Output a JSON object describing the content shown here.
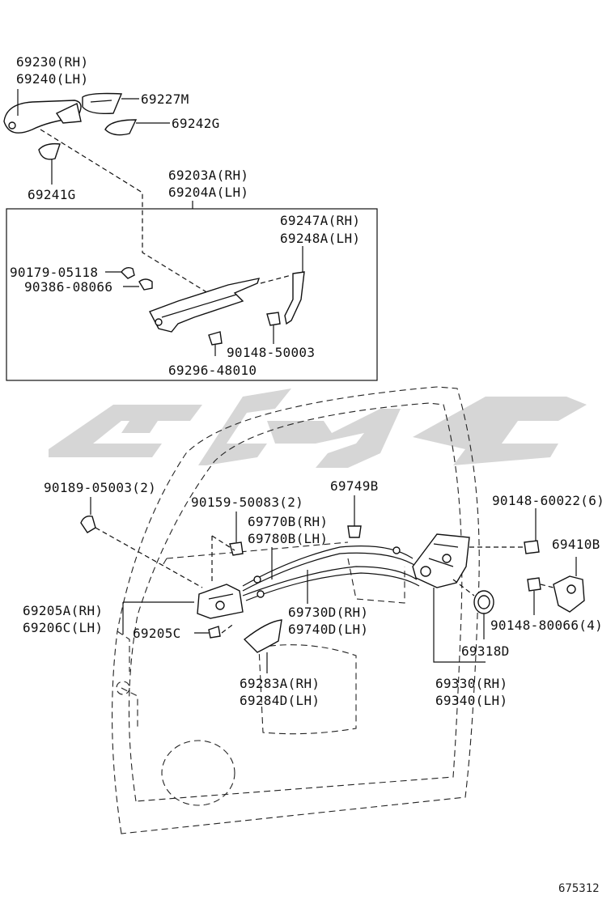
{
  "diagram_id": "675312",
  "labels": {
    "p69230": "69230(RH)",
    "p69240": "69240(LH)",
    "p69227M": "69227M",
    "p69242G": "69242G",
    "p69241G": "69241G",
    "p69203A": "69203A(RH)",
    "p69204A": "69204A(LH)",
    "p69247A": "69247A(RH)",
    "p69248A": "69248A(LH)",
    "p90179": "90179-05118",
    "p90386": "90386-08066",
    "p90148_50003": "90148-50003",
    "p69296": "69296-48010",
    "p90189": "90189-05003(2)",
    "p90159": "90159-50083(2)",
    "p69749B": "69749B",
    "p69770B": "69770B(RH)",
    "p69780B": "69780B(LH)",
    "p90148_60022": "90148-60022(6)",
    "p69410B": "69410B",
    "p69205A": "69205A(RH)",
    "p69206C": "69206C(LH)",
    "p69205C": "69205C",
    "p69730D": "69730D(RH)",
    "p69740D": "69740D(LH)",
    "p90148_80066": "90148-80066(4)",
    "p69318D": "69318D",
    "p69283A": "69283A(RH)",
    "p69284D": "69284D(LH)",
    "p69330": "69330(RH)",
    "p69340": "69340(LH)"
  }
}
